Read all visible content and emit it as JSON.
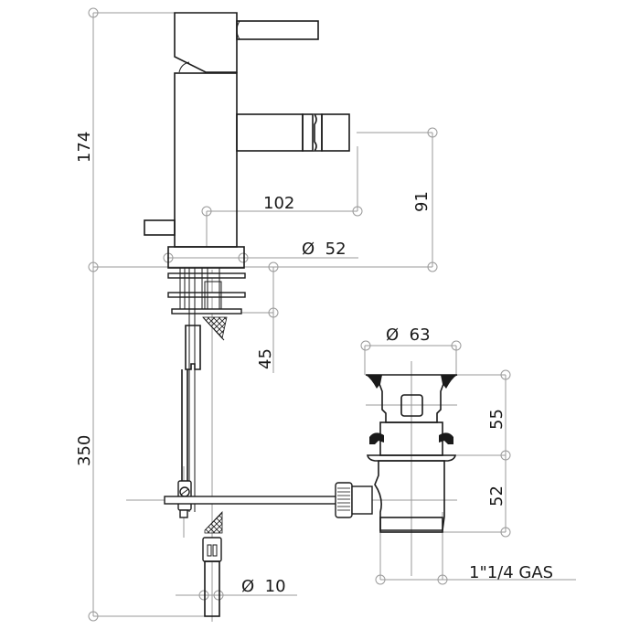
{
  "drawing": {
    "title": "Bidet mixer with pop-up waste - technical dimensions",
    "dimensions": {
      "total_height_top": "174",
      "spout_reach": "102",
      "spout_height": "91",
      "base_diameter": "Ø  52",
      "max_deck_thickness": "45",
      "total_length_below": "350",
      "waste_diameter": "Ø  63",
      "waste_upper_height": "55",
      "waste_lower_height": "52",
      "waste_thread": "1\"1/4 GAS",
      "rod_diameter": "Ø  10"
    },
    "units": "mm",
    "colors": {
      "line": "#1a1a1a",
      "dimension_line": "#9a9a9a",
      "background": "#ffffff"
    }
  }
}
